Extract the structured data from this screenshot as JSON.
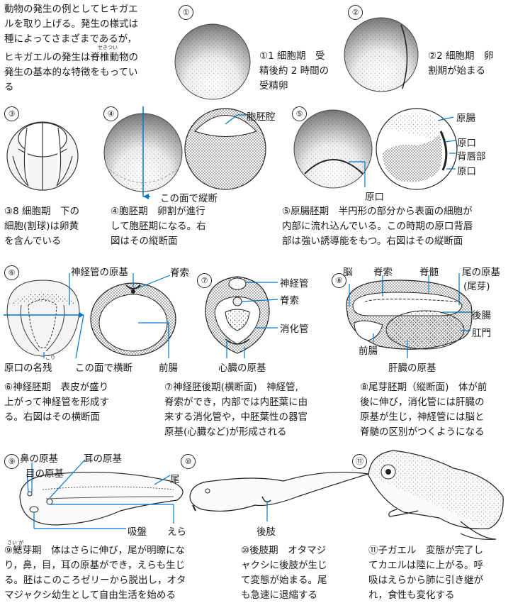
{
  "intro": {
    "lines": [
      "動物の発生の例としてヒキガエ",
      "ルを取り上げる。発生の様式は",
      "種によってさまざまであるが，",
      "ヒキガエルの発生は脊椎動物の",
      "発生の基本的な特徴をもってい",
      "る"
    ],
    "ruby": "せきつい"
  },
  "stages": [
    {
      "num": "①",
      "caption": [
        "①1 細胞期　受",
        "精後約 2 時間の",
        "受精卵"
      ]
    },
    {
      "num": "②",
      "caption": [
        "②2 細胞期　卵",
        "割期が始まる"
      ]
    },
    {
      "num": "③",
      "caption": [
        "③8 細胞期　下の",
        "細胞(割球)は卵黄",
        "を含んでいる"
      ]
    },
    {
      "num": "④",
      "caption": [
        "④胞胚期　卵割が進行",
        "して胞胚期になる。右",
        "図はその縦断面"
      ],
      "labels": {
        "blastocoel": "胞胚腔",
        "section": "この面で縦断"
      }
    },
    {
      "num": "⑤",
      "caption": [
        "⑤原腸胚期　半円形の部分から表面の細胞が",
        "内部に流れ込んでいる。この時期の原口背唇",
        "部は強い誘導能をもつ。右図はその縦断面"
      ],
      "labels": {
        "archenteron": "原腸",
        "blastopore1": "原口",
        "dorsal_lip": "背唇部",
        "blastopore2": "原口",
        "blastopore3": "原口"
      }
    },
    {
      "num": "⑥",
      "caption": [
        "⑥神経胚期　表皮が盛り",
        "上がって神経管を形成す",
        "る。右図はその横断面"
      ],
      "labels": {
        "neural_primordium": "神経管の原基",
        "notochord": "脊索",
        "remnant": "原口の名残",
        "remnant_ruby": "ごり",
        "section": "この面で横断",
        "gut": "前腸"
      }
    },
    {
      "num": "⑦",
      "caption": [
        "⑦神経胚後期(横断面)　神経管,",
        "脊索ができ，内部では内胚葉に由",
        "来する消化管や，中胚葉性の器官",
        "原基(心臓など)が形成される"
      ],
      "labels": {
        "neural_tube": "神経管",
        "notochord": "脊索",
        "digestive": "消化管",
        "heart": "心臓の原基"
      }
    },
    {
      "num": "⑧",
      "caption": [
        "⑧尾芽胚期（縦断面)　体が前",
        "後に伸び，消化管には肝臓の",
        "原基が生じ，神経管には脳と",
        "脊髄の区別がつくようになる"
      ],
      "labels": {
        "brain": "脳",
        "notochord": "脊索",
        "spinal_cord": "脊髄",
        "tail_primordium": "尾の原基",
        "tail_bud": "(尾芽)",
        "hindgut": "後腸",
        "anus": "肛門",
        "foregut": "前腸",
        "liver": "肝臓の原基"
      }
    },
    {
      "num": "⑨",
      "caption": [
        "⑨鰓芽期　体はさらに伸び，尾が明瞭にな",
        "り，鼻，目，耳の原基ができ，えらも生じ",
        "る。胚はこのころゼリーから脱出し，オタ",
        "マジャクシ幼生として自由生活を始める"
      ],
      "ruby": "さい が",
      "labels": {
        "nose": "鼻の原基",
        "ear": "耳の原基",
        "eye": "目の原基",
        "tail": "尾",
        "sucker": "吸盤",
        "gill": "えら"
      }
    },
    {
      "num": "⑩",
      "caption": [
        "⑩後肢期　オタマジ",
        "ャクシに後肢が生じ",
        "て変態が始まる。尾",
        "も急速に退縮する"
      ],
      "labels": {
        "hindlimb": "後肢"
      }
    },
    {
      "num": "⑪",
      "caption": [
        "⑪子ガエル　変態が完了し",
        "てカエルは陸に上がる。呼",
        "吸はえらから肺に引き継が",
        "れ，食性も変化する"
      ]
    }
  ]
}
